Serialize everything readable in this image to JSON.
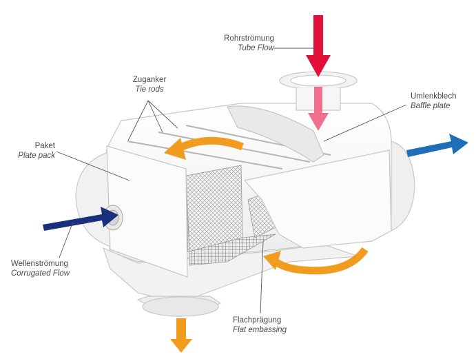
{
  "labels": {
    "tube_flow": {
      "de": "Rohrströmung",
      "en": "Tube Flow"
    },
    "tie_rods": {
      "de": "Zuganker",
      "en": "Tie rods"
    },
    "baffle_plate": {
      "de": "Umlenkblech",
      "en": "Baffle plate"
    },
    "plate_pack": {
      "de": "Paket",
      "en": "Plate pack"
    },
    "corrugated_flow": {
      "de": "Wellenströmung",
      "en": "Corrugated Flow"
    },
    "flat_embossing": {
      "de": "Flachprägung",
      "en": "Flat embassing"
    }
  },
  "colors": {
    "tube_flow": "#e0103a",
    "tube_flow_inner": "#f07090",
    "corrugated_flow": "#1a2f7e",
    "outlet_right": "#1f6fb8",
    "circulation": "#f29c1f",
    "shell_edge": "#c9c9c9",
    "shell_fill": "#f6f6f6",
    "mesh": "#9a9a9a"
  }
}
